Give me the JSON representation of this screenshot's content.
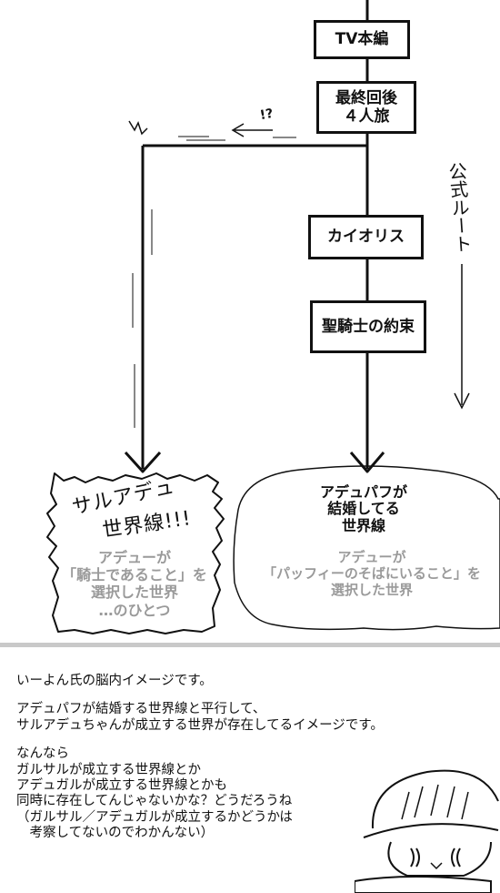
{
  "diagram": {
    "boxes": {
      "tv": "TV本編",
      "final_line1": "最終回後",
      "final_line2": "４人旅",
      "kaiorisu": "カイオリス",
      "seikishi": "聖騎士の約束"
    },
    "question_mark": "!?",
    "official_route": "公式ルート",
    "left_world": {
      "title_line1": "サルアデュ",
      "title_line2": "世界線!!!",
      "desc": [
        "アデューが",
        "「騎士であること」を",
        "選択した世界",
        "…のひとつ"
      ]
    },
    "right_world": {
      "title": [
        "アデュパフが",
        "結婚してる",
        "世界線"
      ],
      "desc": [
        "アデューが",
        "「パッフィーのそばにいること」を",
        "選択した世界"
      ]
    }
  },
  "notes": {
    "p1": "いーよん氏の脳内イメージです。",
    "p2": "アデュパフが結婚する世界線と平行して、\nサルアデュちゃんが成立する世界が存在してるイメージです。",
    "p3": "なんなら\nガルサルが成立する世界線とか\nアデュガルが成立する世界線とかも\n同時に存在してんじゃないかな？どうだろうね\n（ガルサル／アデュガルが成立するかどうかは\n　考察してないのでわかんない）"
  }
}
